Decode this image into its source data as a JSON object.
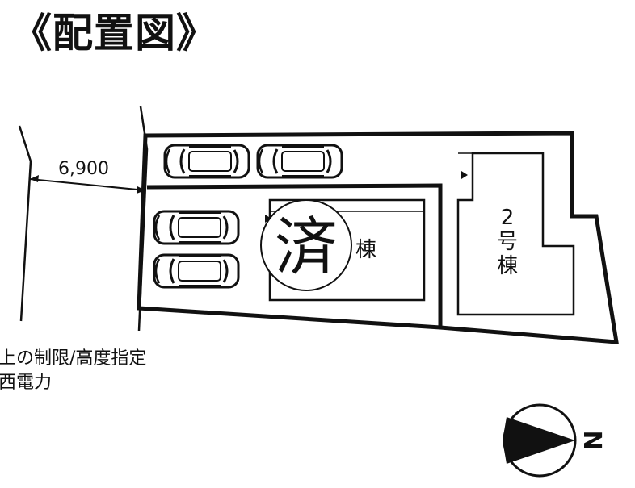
{
  "title": "《配置図》",
  "dimension_label": "6,900",
  "sold_stamp": "済",
  "building1_label": "棟",
  "building2_label_lines": [
    "2",
    "号",
    "棟"
  ],
  "notes": [
    "上の制限/高度指定",
    "西電力"
  ],
  "compass_label": "N",
  "colors": {
    "ink": "#111111",
    "background": "#ffffff"
  }
}
